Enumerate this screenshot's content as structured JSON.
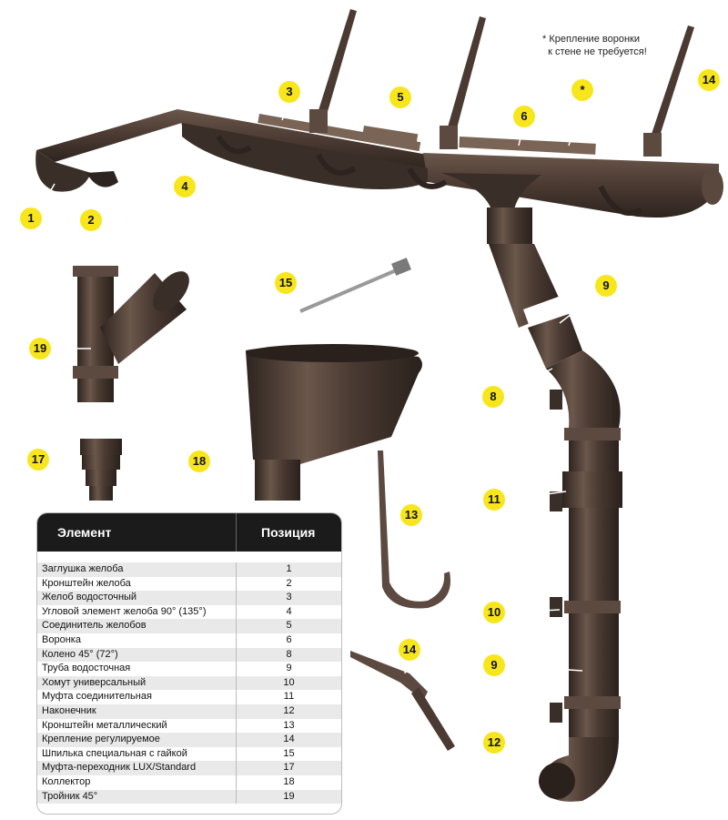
{
  "note": "* Крепление воронки\n  к стене не требуется!",
  "colors": {
    "pipe": "#4a3a32",
    "pipe_light": "#6b574b",
    "pipe_dark": "#2e241f",
    "badge": "#f8e61c",
    "table_header": "#1b1b1b",
    "row_alt": "#e9e9e9",
    "metal": "#9a9a9a"
  },
  "markers": [
    {
      "id": "m1",
      "label": "1"
    },
    {
      "id": "m2",
      "label": "2"
    },
    {
      "id": "m3",
      "label": "3"
    },
    {
      "id": "m4",
      "label": "4"
    },
    {
      "id": "m5",
      "label": "5"
    },
    {
      "id": "m6",
      "label": "6"
    },
    {
      "id": "mstar",
      "label": "*"
    },
    {
      "id": "m14a",
      "label": "14"
    },
    {
      "id": "m15",
      "label": "15"
    },
    {
      "id": "m9a",
      "label": "9"
    },
    {
      "id": "m8",
      "label": "8"
    },
    {
      "id": "m19",
      "label": "19"
    },
    {
      "id": "m17",
      "label": "17"
    },
    {
      "id": "m18",
      "label": "18"
    },
    {
      "id": "m11",
      "label": "11"
    },
    {
      "id": "m13",
      "label": "13"
    },
    {
      "id": "m10",
      "label": "10"
    },
    {
      "id": "m14b",
      "label": "14"
    },
    {
      "id": "m9b",
      "label": "9"
    },
    {
      "id": "m12",
      "label": "12"
    }
  ],
  "table": {
    "header": {
      "element": "Элемент",
      "position": "Позиция"
    },
    "rows": [
      {
        "element": "Заглушка желоба",
        "position": "1"
      },
      {
        "element": "Кронштейн желоба",
        "position": "2"
      },
      {
        "element": "Желоб водосточный",
        "position": "3"
      },
      {
        "element": "Угловой элемент желоба 90° (135°)",
        "position": "4"
      },
      {
        "element": "Соединитель желобов",
        "position": "5"
      },
      {
        "element": "Воронка",
        "position": "6"
      },
      {
        "element": "Колено 45° (72°)",
        "position": "8"
      },
      {
        "element": "Труба водосточная",
        "position": "9"
      },
      {
        "element": "Хомут универсальный",
        "position": "10"
      },
      {
        "element": "Муфта соединительная",
        "position": "11"
      },
      {
        "element": "Наконечник",
        "position": "12"
      },
      {
        "element": "Кронштейн металлический",
        "position": "13"
      },
      {
        "element": "Крепление регулируемое",
        "position": "14"
      },
      {
        "element": "Шпилька специальная с гайкой",
        "position": "15"
      },
      {
        "element": "Муфта-переходник LUX/Standard",
        "position": "17"
      },
      {
        "element": "Коллектор",
        "position": "18"
      },
      {
        "element": "Тройник 45°",
        "position": "19"
      }
    ]
  }
}
